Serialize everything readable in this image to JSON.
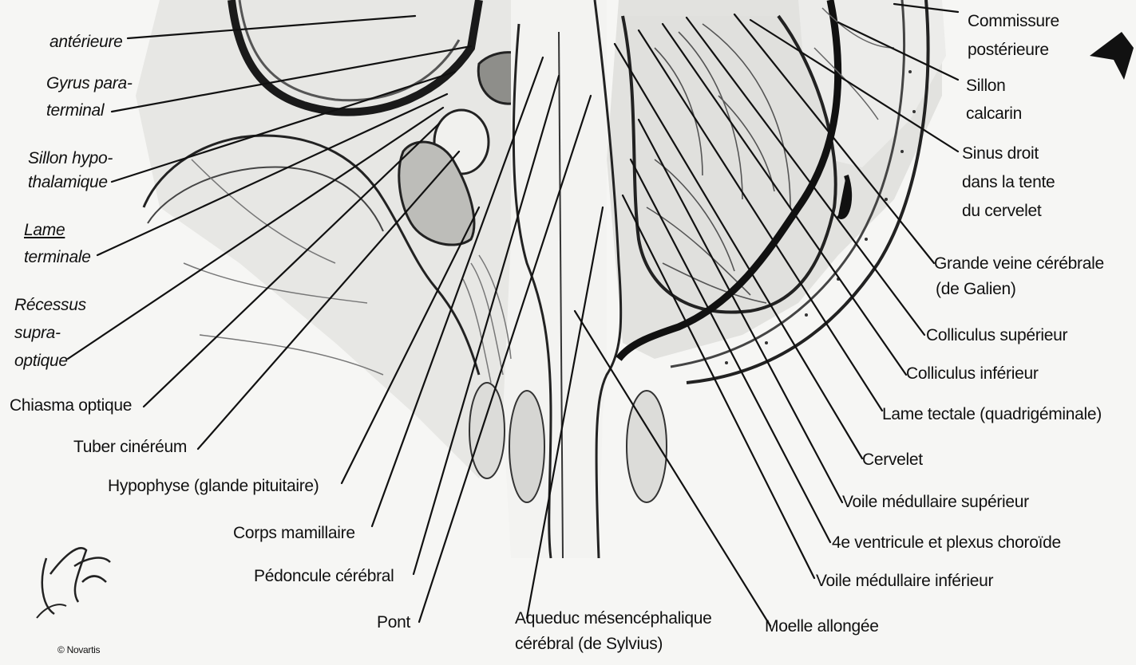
{
  "labels": {
    "commissure_anterieure": "antérieure",
    "gyrus_paraterminal_1": "Gyrus para-",
    "gyrus_paraterminal_2": "terminal",
    "sillon_hypothalamique_1": "Sillon hypo-",
    "sillon_hypothalamique_2": "thalamique",
    "lame_terminale_1": "Lame",
    "lame_terminale_2": "terminale",
    "recessus_1": "Récessus",
    "recessus_2": "supra-",
    "recessus_3": "optique",
    "chiasma": "Chiasma optique",
    "tuber": "Tuber cinéréum",
    "hypophyse": "Hypophyse (glande pituitaire)",
    "corps_mamillaire": "Corps mamillaire",
    "pedoncule": "Pédoncule cérébral",
    "pont": "Pont",
    "aqueduc_1": "Aqueduc mésencéphalique",
    "aqueduc_2": "cérébral (de Sylvius)",
    "moelle": "Moelle allongée",
    "voile_inferieur": "Voile médullaire inférieur",
    "ventricule": "4e ventricule et plexus choroïde",
    "voile_superieur": "Voile médullaire supérieur",
    "cervelet": "Cervelet",
    "lame_tectale": "Lame tectale (quadrigéminale)",
    "colliculus_inferieur": "Colliculus inférieur",
    "colliculus_superieur": "Colliculus supérieur",
    "grande_veine_1": "Grande veine cérébrale",
    "grande_veine_2": "(de Galien)",
    "sinus_1": "Sinus droit",
    "sinus_2": "dans la tente",
    "sinus_3": "du cervelet",
    "sillon_calcarin_1": "Sillon",
    "sillon_calcarin_2": "calcarin",
    "commissure_posterieure_1": "Commissure",
    "commissure_posterieure_2": "postérieure"
  },
  "credit": "© Novartis",
  "colors": {
    "ink": "#111111",
    "background": "#f6f6f4",
    "tissue": "#d9d9d6",
    "shadow": "#5a5a58"
  }
}
